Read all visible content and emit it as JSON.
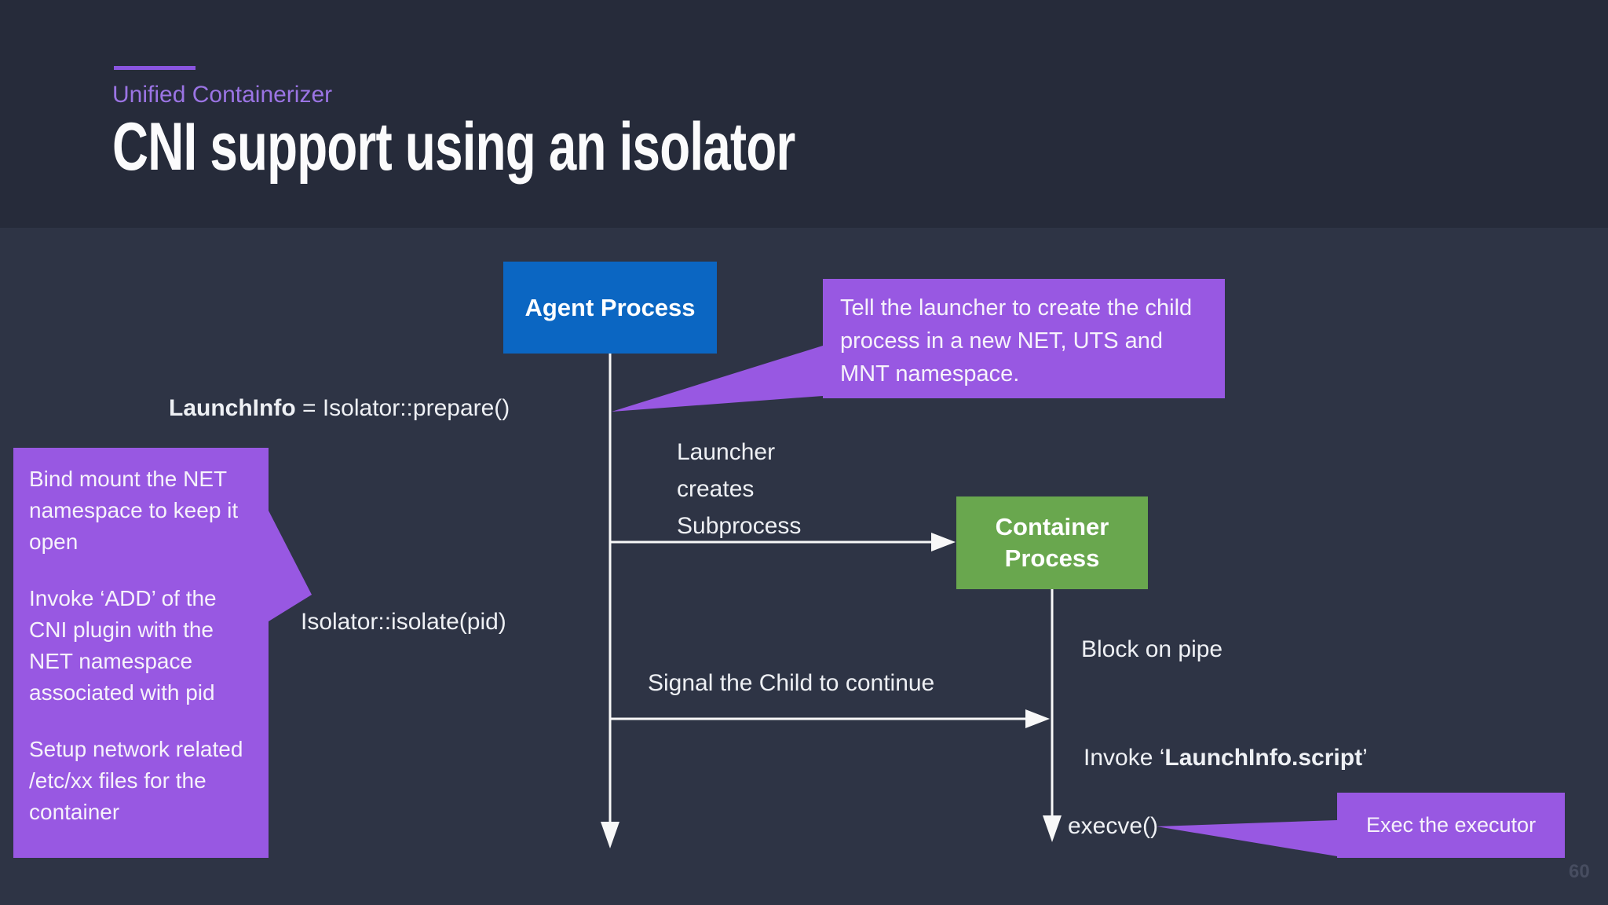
{
  "slide": {
    "kicker": "Unified Containerizer",
    "title": "CNI support using an isolator",
    "page_number": "60",
    "colors": {
      "header_bg": "#262b3a",
      "body_bg": "#2e3445",
      "accent_purple": "#9858e2",
      "kicker_purple": "#9b74e4",
      "agent_blue": "#0b66c2",
      "container_green": "#69a74e",
      "line_white": "#f8f8f8"
    }
  },
  "diagram": {
    "agent_box_label": "Agent Process",
    "container_box_label": "Container Process",
    "callout_namespace_text": "Tell the launcher to create the child process in a new NET, UTS and MNT namespace.",
    "callout_bindmount": {
      "p1": "Bind mount the NET namespace to keep it open",
      "p2": "Invoke ‘ADD’ of the CNI plugin with the NET namespace associated with pid",
      "p3": "Setup network related /etc/xx files for the container"
    },
    "callout_exec_text": "Exec the executor",
    "label_prepare": {
      "bold": "LaunchInfo",
      "rest": " = Isolator::prepare()"
    },
    "label_isolate": "Isolator::isolate(pid)",
    "label_launcher": "Launcher creates Subprocess",
    "label_signal": "Signal the Child to continue",
    "label_block": "Block on pipe",
    "label_invoke": {
      "prefix": "Invoke ‘",
      "bold": "LaunchInfo.script",
      "suffix": "’"
    },
    "label_execve": "execve()"
  }
}
